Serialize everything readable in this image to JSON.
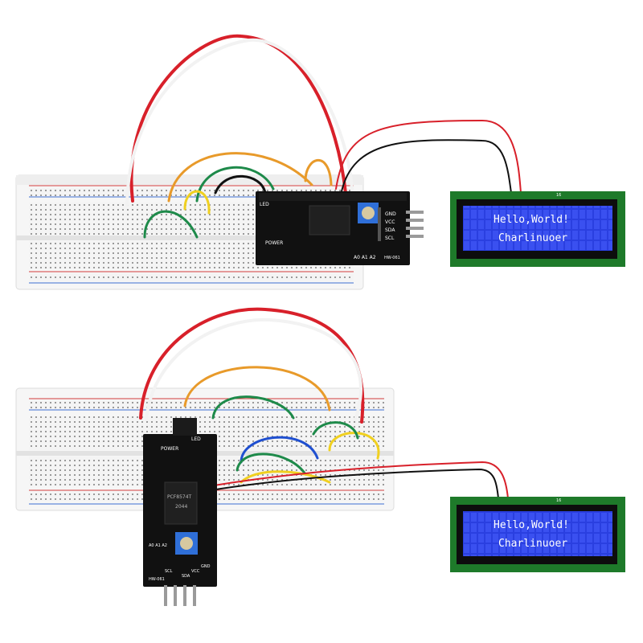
{
  "scene_top": {
    "lcd": {
      "line1": "Hello,World!",
      "line2": "Charlinuoer",
      "pin_end": "16"
    },
    "module": {
      "pins": [
        "GND",
        "VCC",
        "SDA",
        "SCL"
      ],
      "labels": {
        "led": "LED",
        "power": "POWER",
        "address": "A0 A1 A2",
        "model": "HW-061"
      }
    }
  },
  "scene_bottom": {
    "lcd": {
      "line1": "Hello,World!",
      "line2": "Charlinuoer",
      "pin_end": "16"
    },
    "module": {
      "pins": [
        "GND",
        "VCC",
        "SDA",
        "SCL"
      ],
      "labels": {
        "led": "LED",
        "power": "POWER",
        "address": "A0 A1 A2",
        "model": "HW-061",
        "chip_line1": "PCF8574T",
        "chip_line2": "2044"
      }
    }
  },
  "colors": {
    "lcd_screen": "#2a3fe0",
    "lcd_pcb": "#1e7a2a",
    "module_pcb": "#111111",
    "potentiometer": "#2f6fd8",
    "wire_red": "#d8202a",
    "wire_orange": "#e89a2a",
    "wire_green": "#1e8a4a",
    "wire_yellow": "#f0d020",
    "wire_blue": "#1f4fd0",
    "wire_white": "#f2f2f2"
  }
}
